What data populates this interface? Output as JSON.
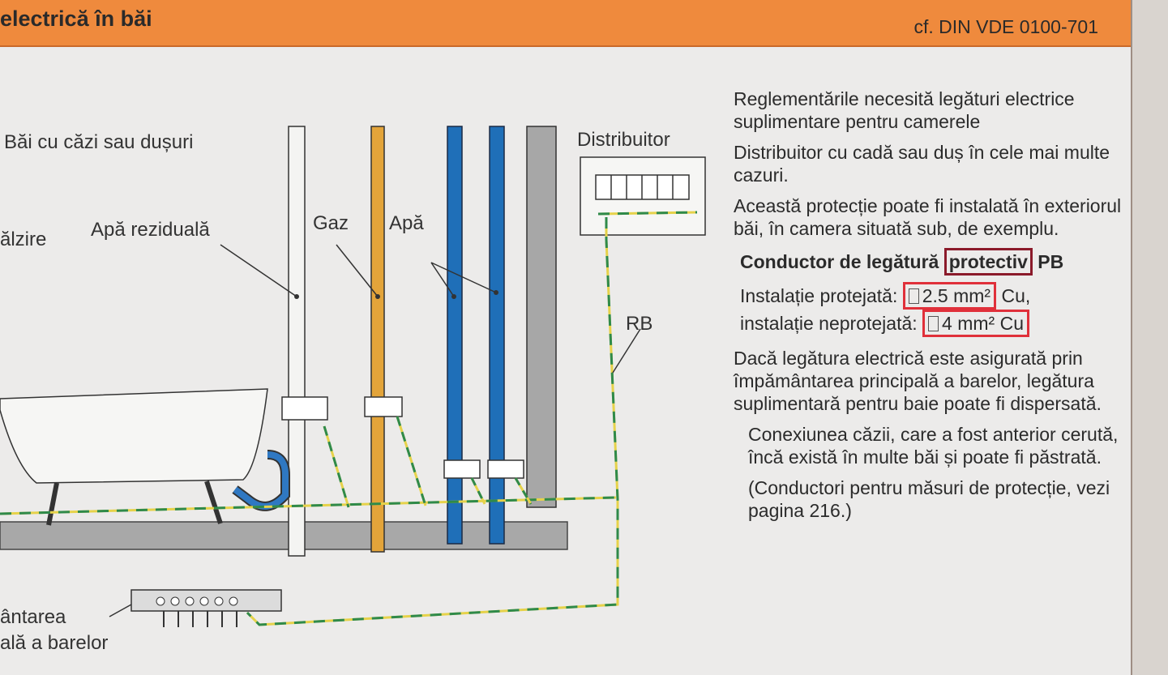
{
  "header": {
    "title": "electrică în băi",
    "reference": "cf. DIN VDE 0100-701"
  },
  "diagram": {
    "labels": {
      "bai": "Băi cu căzi sau dușuri",
      "incalzire": "ălzire",
      "apa_reziduala": "Apă reziduală",
      "gaz": "Gaz",
      "apa": "Apă",
      "distribuitor": "Distribuitor",
      "rb": "RB",
      "impamantare_line1": "ântarea",
      "impamantare_line2": "ală a barelor"
    },
    "colors": {
      "gas_pipe": "#d9a23a",
      "water_pipe": "#1f6fb8",
      "ground_green": "#2f8a4a",
      "ground_yellow": "#e6d24a"
    }
  },
  "text": {
    "p1": "Reglementările necesită legături electrice suplimentare pentru camerele",
    "p2": "Distribuitor cu cadă sau duș în cele mai multe cazuri.",
    "p3": "Această protecție poate fi instalată în exteriorul băi, în camera situată sub, de exemplu.",
    "heading_pre": "Conductor de legătură ",
    "heading_box": "protectiv",
    "heading_post": " PB",
    "line1_pre": "Instalație protejată: ",
    "line1_box": "2.5 mm²",
    "line1_post": " Cu,",
    "line2_pre": "instalație neprotejată: ",
    "line2_box": "4 mm² Cu",
    "p5": "Dacă legătura electrică este asigurată prin împământarea principală a barelor, legătura suplimentară pentru baie poate fi dispersată.",
    "p6": "Conexiunea căzii, care a fost anterior cerută, încă există în multe băi și poate fi păstrată.",
    "p7": "(Conductori pentru măsuri de protecție, vezi pagina 216.)"
  }
}
